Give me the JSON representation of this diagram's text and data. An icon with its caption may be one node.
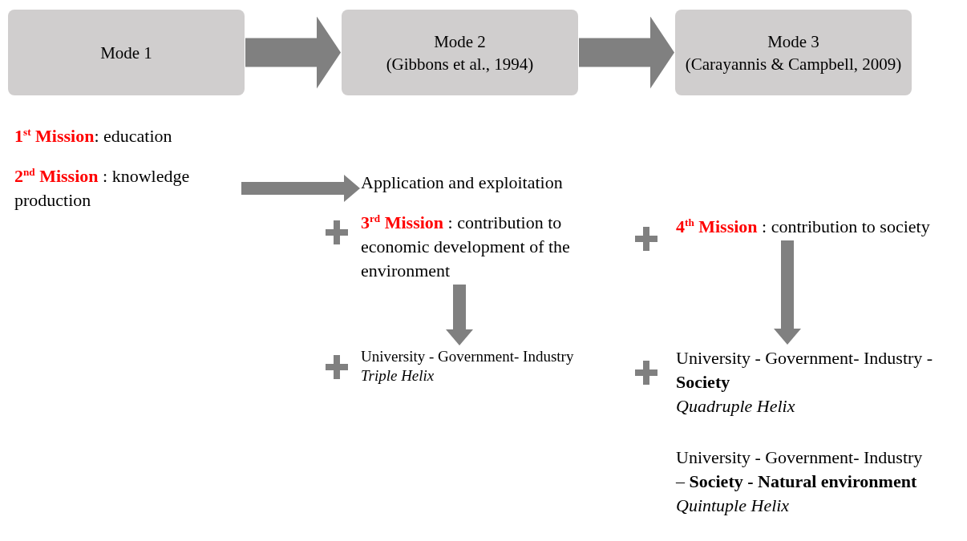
{
  "diagram": {
    "nodes": [
      {
        "text": [
          "Mode 1"
        ]
      },
      {
        "text": [
          "Mode 2",
          "(Gibbons et al., 1994)"
        ]
      },
      {
        "text": [
          "Mode 3",
          "(Carayannis & Campbell, 2009)"
        ]
      },
      {
        "text": [
          "**1**$^{st}$ **Mission**: education"
        ]
      },
      {
        "text": [
          "**2**$^{nd}$ **Mission** : knowledge production"
        ]
      },
      {
        "text": [
          "Application and exploitation"
        ]
      },
      {
        "text": [
          "**3**$^{rd}$ **Mission** : contribution to economic development of the environment"
        ]
      },
      {
        "text": [
          "**4**$^{th}$ **Mission** : contribution to society"
        ]
      },
      {
        "text": [
          "University - Government- Industry",
          "Triple Helix"
        ]
      },
      {
        "text": [
          "University - Government- Industry - **Society**",
          "Quadruple Helix"
        ]
      },
      {
        "text": [
          "University - Government- Industry – **Society - Natural environment**",
          "Quintuple Helix"
        ]
      }
    ],
    "edges": [
      {
        "from": 0,
        "to": 1,
        "arrow": "to",
        "style": "thick"
      },
      {
        "from": 1,
        "to": 2,
        "arrow": "to",
        "style": "thick"
      },
      {
        "from": 4,
        "to": 5,
        "arrow": "to"
      },
      {
        "from": 6,
        "to": 8,
        "arrow": "to"
      },
      {
        "from": 7,
        "to": 9,
        "arrow": "to"
      }
    ]
  }
}
